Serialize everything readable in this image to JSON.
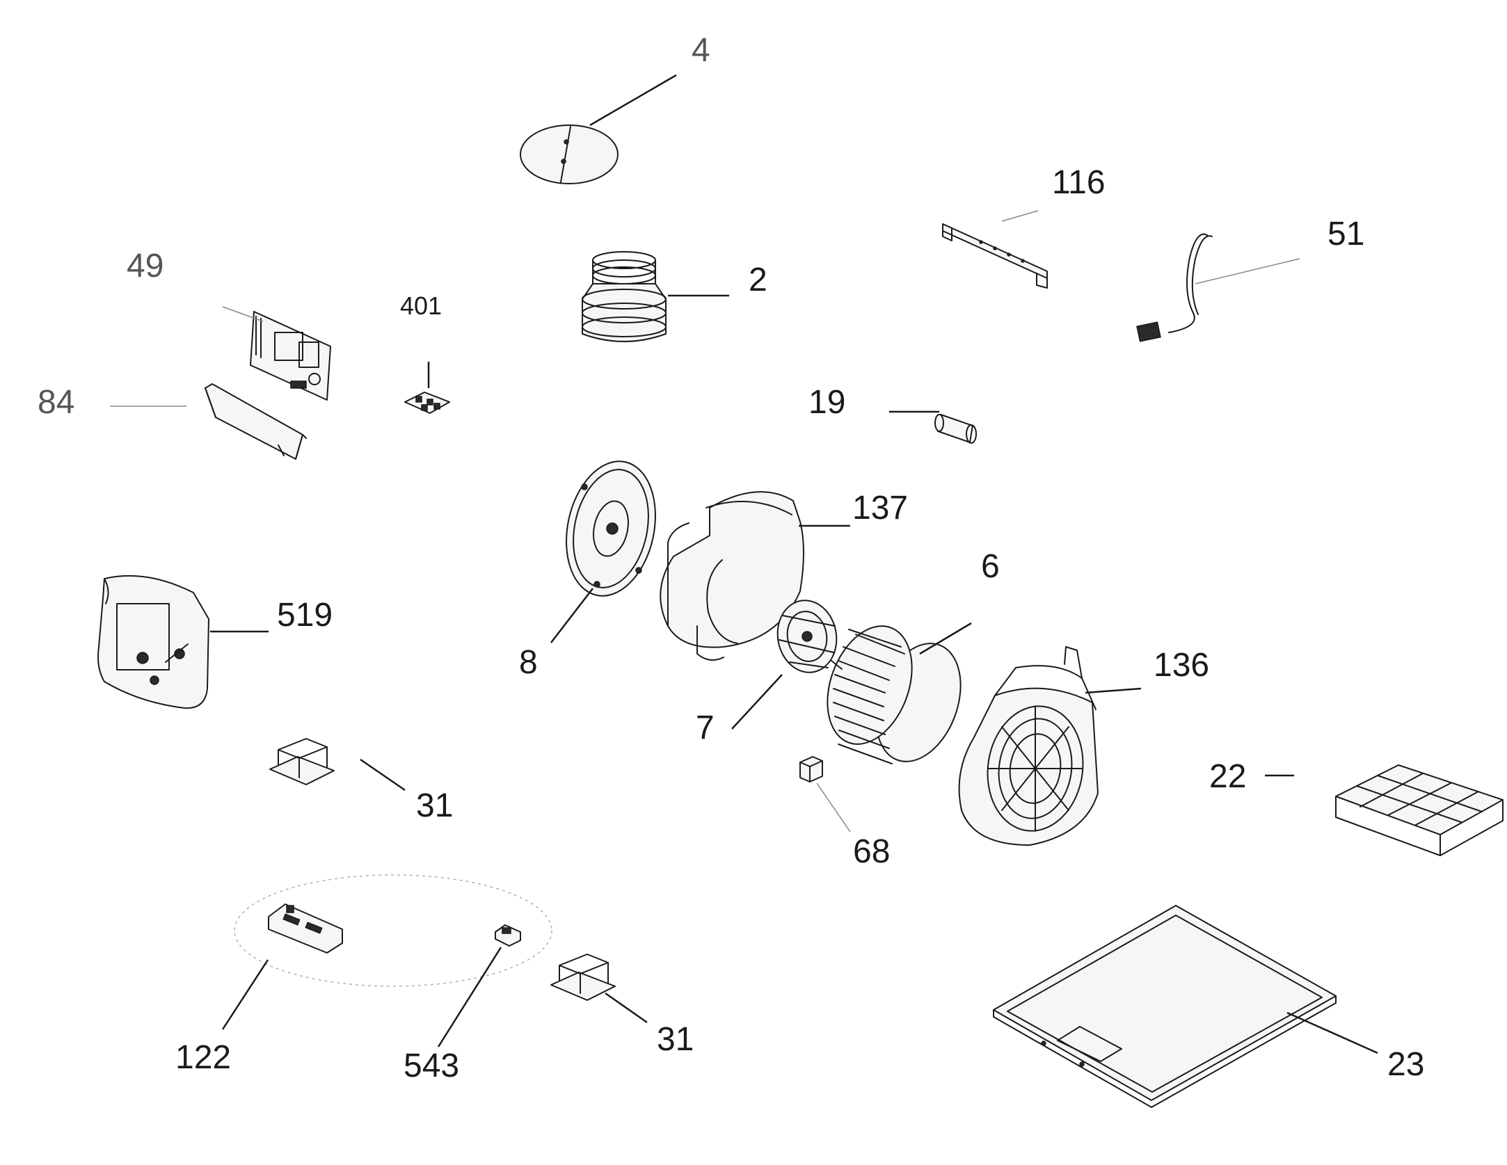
{
  "callouts": {
    "p4": "4",
    "p2": "2",
    "p116": "116",
    "p51": "51",
    "p49": "49",
    "p401": "401",
    "p84": "84",
    "p19": "19",
    "p137": "137",
    "p6": "6",
    "p8": "8",
    "p519": "519",
    "p7": "7",
    "p136": "136",
    "p22": "22",
    "p31a": "31",
    "p68": "68",
    "p122": "122",
    "p543": "543",
    "p31b": "31",
    "p23": "23"
  },
  "colors": {
    "line": "#1a1a1a",
    "background": "#ffffff"
  }
}
